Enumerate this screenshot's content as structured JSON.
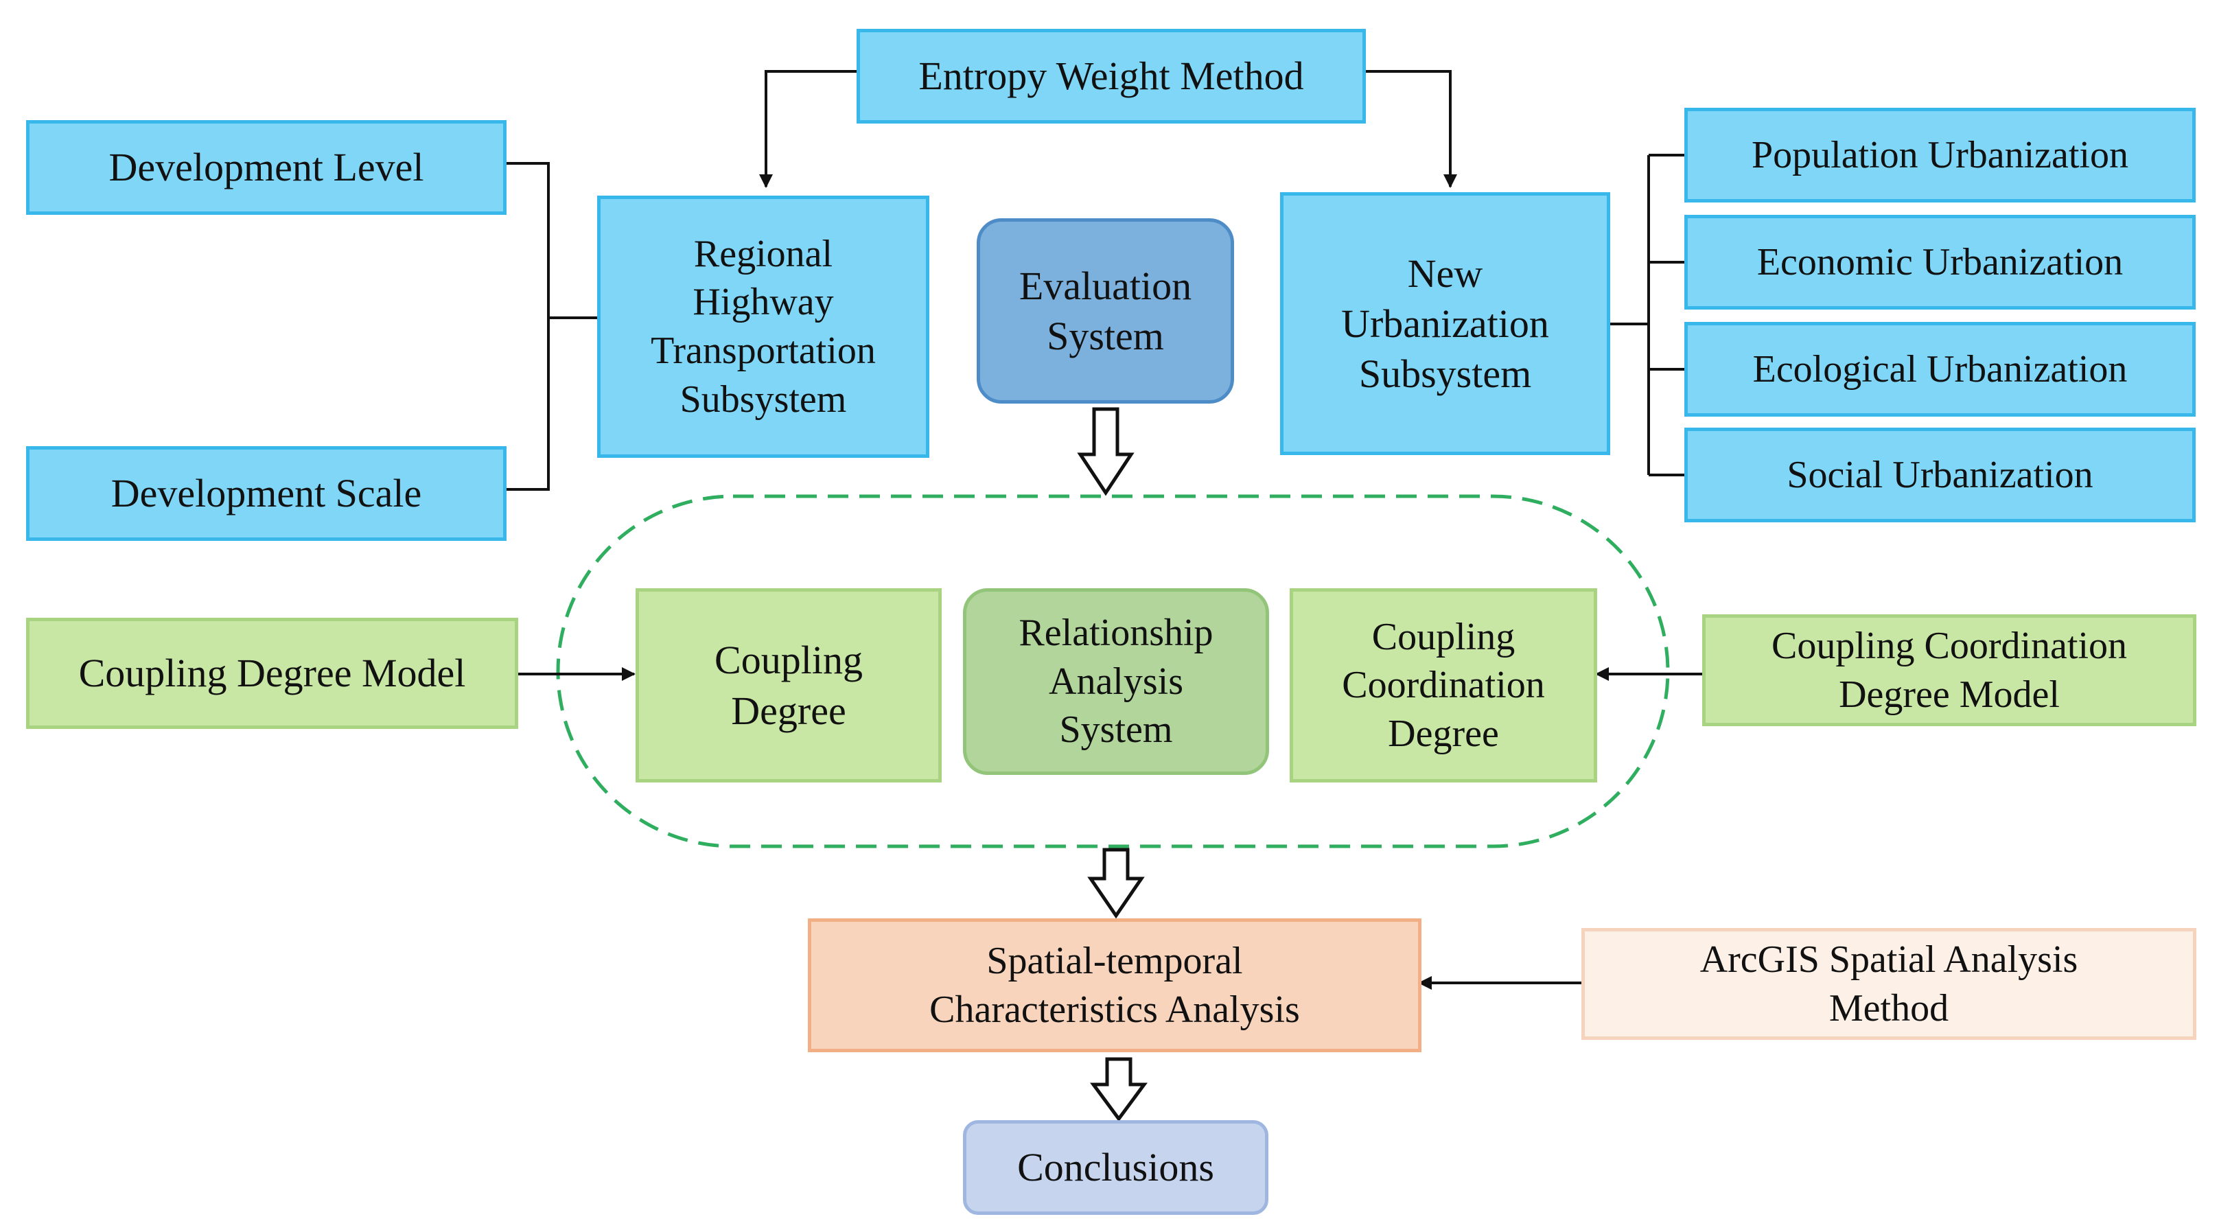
{
  "nodes": {
    "entropy_weight_method": "Entropy Weight Method",
    "development_level": "Development Level",
    "development_scale": "Development Scale",
    "regional_highway_subsystem": "Regional\nHighway\nTransportation\nSubsystem",
    "evaluation_system": "Evaluation\nSystem",
    "new_urbanization_subsystem": "New\nUrbanization\nSubsystem",
    "population_urbanization": "Population Urbanization",
    "economic_urbanization": "Economic Urbanization",
    "ecological_urbanization": "Ecological Urbanization",
    "social_urbanization": "Social Urbanization",
    "coupling_degree_model": "Coupling Degree Model",
    "coupling_degree": "Coupling\nDegree",
    "relationship_analysis_system": "Relationship\nAnalysis\nSystem",
    "coupling_coordination_degree": "Coupling\nCoordination\nDegree",
    "coupling_coordination_degree_model": "Coupling Coordination\nDegree Model",
    "spatial_temporal_analysis": "Spatial-temporal\nCharacteristics Analysis",
    "arcgis_method": "ArcGIS Spatial Analysis\nMethod",
    "conclusions": "Conclusions"
  },
  "colors": {
    "blue_fill": "#7fd6f6",
    "blue_border": "#38b8ea",
    "green_fill": "#c8e6a4",
    "green_border": "#a8d482",
    "evaluation_fill": "#7bb1dc",
    "relationship_fill": "#b1d59a",
    "analysis_fill": "#f8d4bd",
    "method_fill": "#fdf0e6",
    "conclusions_fill": "#c6d4ee",
    "dashed_outline": "#2fae5f",
    "connector": "#111111"
  }
}
